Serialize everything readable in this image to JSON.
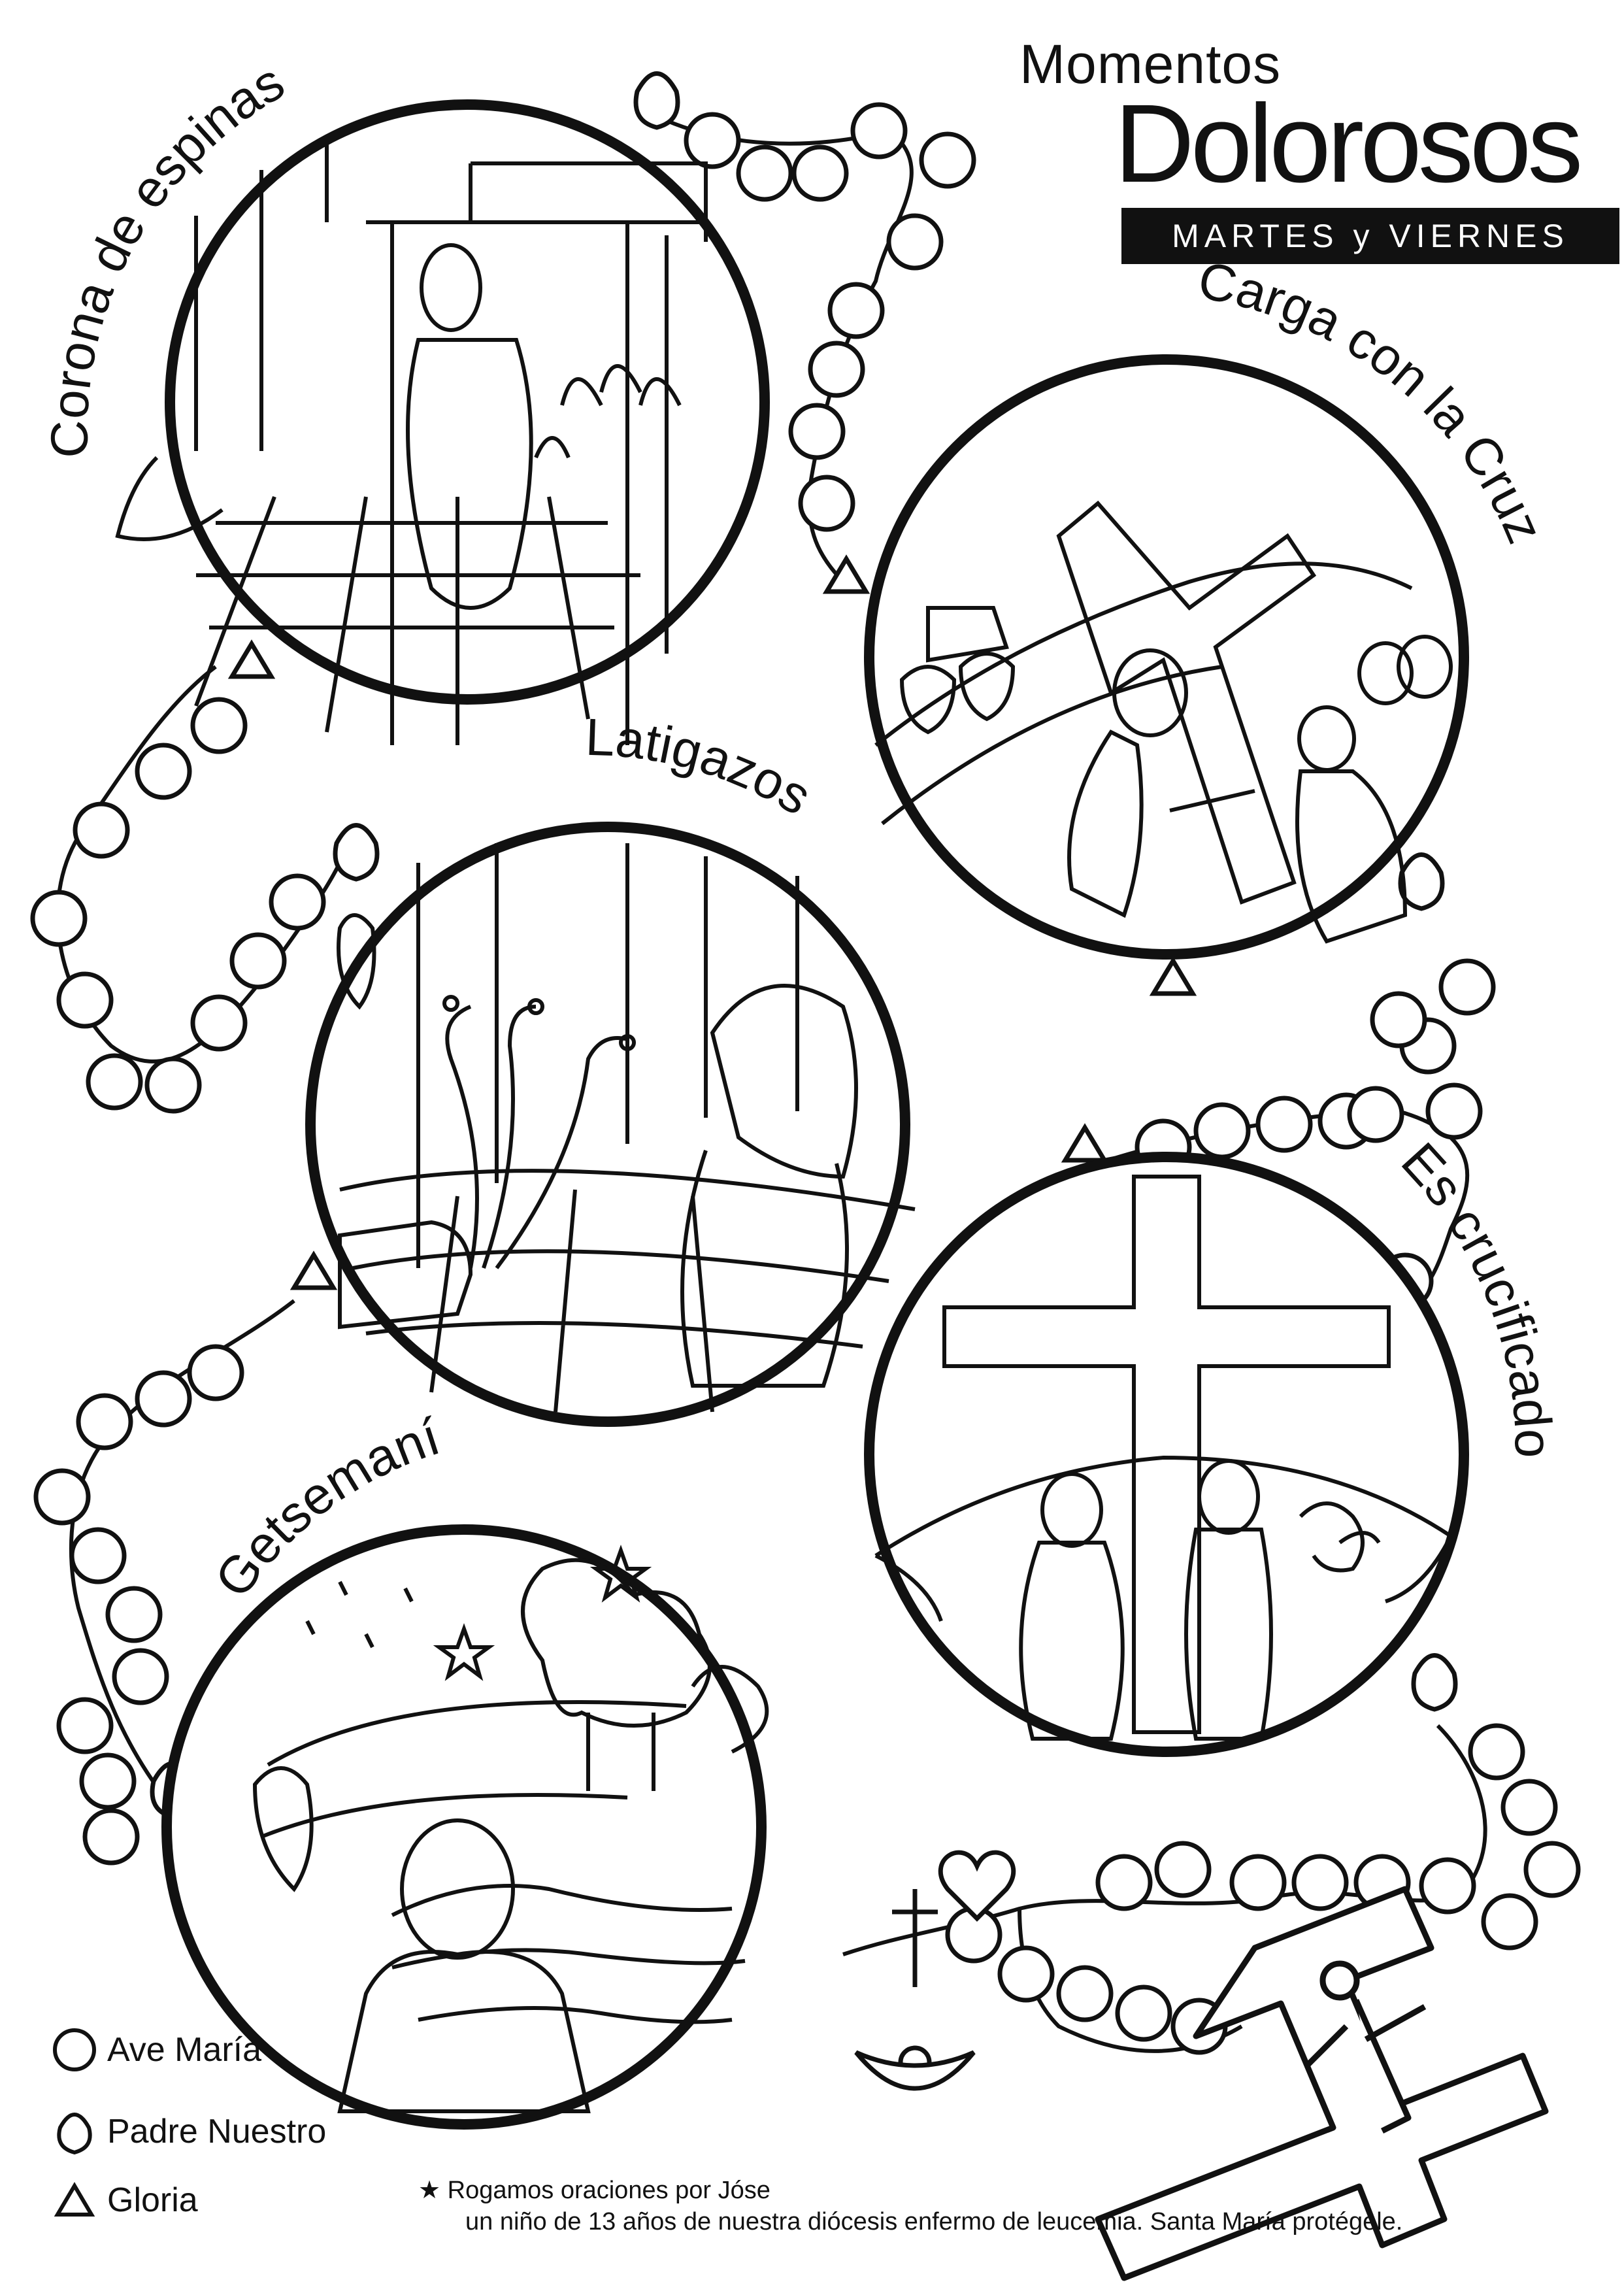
{
  "header": {
    "pre_title": "Momentos",
    "title": "Dolorosos",
    "days": "MARTES y VIERNES"
  },
  "mysteries": [
    {
      "label": "Corona de espinas"
    },
    {
      "label": "Carga con la Cruz"
    },
    {
      "label": "Latigazos"
    },
    {
      "label": "Es crucificado"
    },
    {
      "label": "Getsemaní"
    }
  ],
  "legend": {
    "ave_maria": "Ave María",
    "padre_nuestro": "Padre Nuestro",
    "gloria": "Gloria"
  },
  "footnote": {
    "line1": "Rogamos oraciones por Jóse",
    "line2": "un niño de 13 años de nuestra diócesis enfermo de leucemia. Santa María protégele."
  },
  "colors": {
    "ink": "#111111",
    "paper": "#ffffff"
  }
}
